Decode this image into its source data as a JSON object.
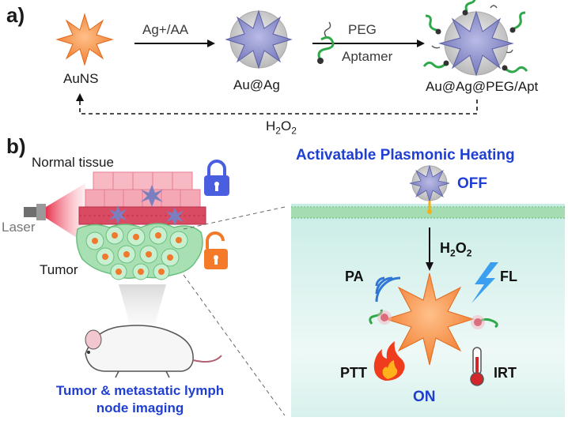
{
  "panel_a": {
    "label": "a)",
    "auns": "AuNS",
    "auag": "Au@Ag",
    "auag_peg_apt": "Au@Ag@PEG/Apt",
    "step1": "Ag+/AA",
    "peg": "PEG",
    "aptamer": "Aptamer",
    "reverse_main": "H",
    "reverse_sub": "2",
    "reverse_tail": "O",
    "reverse_sub2": "2"
  },
  "panel_b": {
    "label": "b)",
    "normal_tissue": "Normal tissue",
    "laser": "Laser",
    "tumor": "Tumor",
    "caption_line1": "Tumor & metastatic lymph",
    "caption_line2": "node imaging",
    "title": "Activatable Plasmonic Heating",
    "off": "OFF",
    "on": "ON",
    "h2o2_main": "H",
    "h2o2_sub": "2",
    "h2o2_tail": "O",
    "h2o2_sub2": "2",
    "modes": [
      "PA",
      "FL",
      "PTT",
      "IRT"
    ]
  },
  "colors": {
    "blue": "#1f3fd1",
    "orange_star": "#f58a3c",
    "silver_star": "#8c8fc6",
    "lock_blue": "#4a5fe0",
    "lock_orange": "#f47a2a",
    "membrane": "#9fd9a8",
    "panel_bg": "#d8f1ee"
  }
}
